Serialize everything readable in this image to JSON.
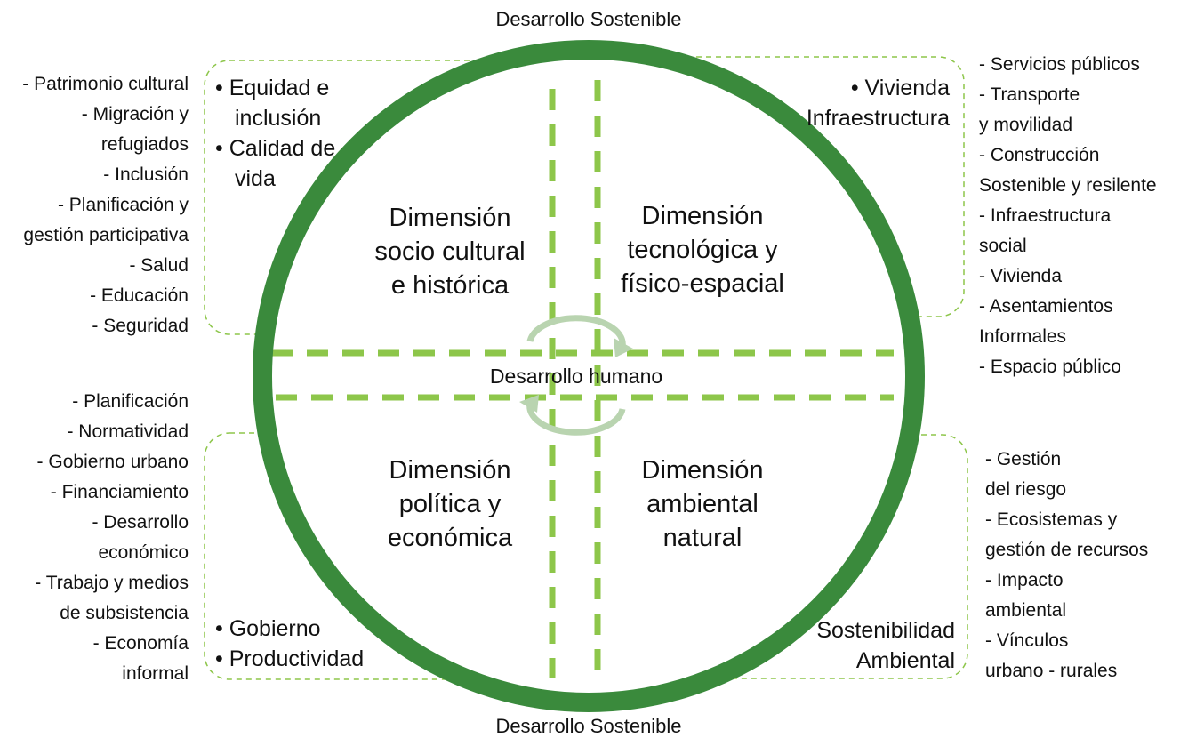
{
  "top_label": "Desarrollo Sostenible",
  "bottom_label": "Desarrollo Sostenible",
  "center_label": "Desarrollo humano",
  "colors": {
    "ring": "#3a8a3c",
    "dash": "#8dc64a",
    "box_border": "#8dc64a",
    "cycle": "#b9d4b0"
  },
  "dimensions": {
    "top_left": [
      "Dimensión",
      "socio cultural",
      "e histórica"
    ],
    "top_right": [
      "Dimensión",
      "tecnológica y",
      "físico-espacial"
    ],
    "bottom_left": [
      "Dimensión",
      "política y",
      "económica"
    ],
    "bottom_right": [
      "Dimensión",
      "ambiental",
      "natural"
    ]
  },
  "inner_boxes": {
    "top_left": [
      "• Equidad e",
      "inclusión",
      "• Calidad de",
      "vida"
    ],
    "top_right": [
      "• Vivienda",
      "Infraestructura"
    ],
    "bottom_left": [
      "• Gobierno",
      "• Productividad"
    ],
    "bottom_right": [
      "Sostenibilidad",
      "Ambiental"
    ]
  },
  "side_lists": {
    "top_left": [
      "- Patrimonio cultural",
      "- Migración y",
      "refugiados",
      "- Inclusión",
      "- Planificación y",
      "gestión participativa",
      "- Salud",
      "- Educación",
      "- Seguridad"
    ],
    "top_right": [
      "- Servicios públicos",
      "- Transporte",
      "y movilidad",
      "- Construcción",
      "Sostenible y resilente",
      "- Infraestructura",
      "social",
      "- Vivienda",
      "- Asentamientos",
      "Informales",
      "- Espacio público"
    ],
    "bottom_left": [
      "- Planificación",
      "- Normatividad",
      "- Gobierno urbano",
      "- Financiamiento",
      "- Desarrollo",
      "económico",
      "- Trabajo y medios",
      "de subsistencia",
      "- Economía",
      "informal"
    ],
    "bottom_right": [
      "- Gestión",
      "del riesgo",
      "- Ecosistemas y",
      "gestión de recursos",
      "- Impacto",
      "ambiental",
      "- Vínculos",
      "urbano - rurales"
    ]
  }
}
